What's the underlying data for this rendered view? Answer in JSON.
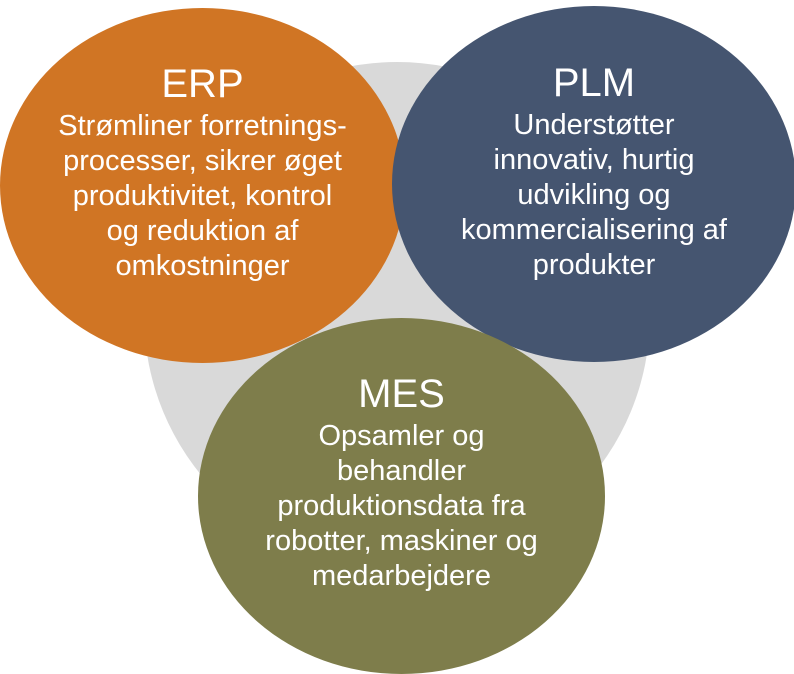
{
  "diagram": {
    "circles": [
      {
        "id": "erp",
        "title": "ERP",
        "description": "Strømliner forretnings-\nprocesser, sikrer øget\nproduktivitet, kontrol\nog reduktion af\nomkostninger",
        "color": "#d07524"
      },
      {
        "id": "plm",
        "title": "PLM",
        "description": "Understøtter\ninnovativ, hurtig\nudvikling og\nkommercialisering af\nprodukter",
        "color": "#455570"
      },
      {
        "id": "mes",
        "title": "MES",
        "description": "Opsamler og\nbehandler\nproduktionsdata fra\nrobotter, maskiner og\nmedarbejdere",
        "color": "#7e7d4b"
      }
    ],
    "backdrop_color": "#d9d9d9"
  }
}
